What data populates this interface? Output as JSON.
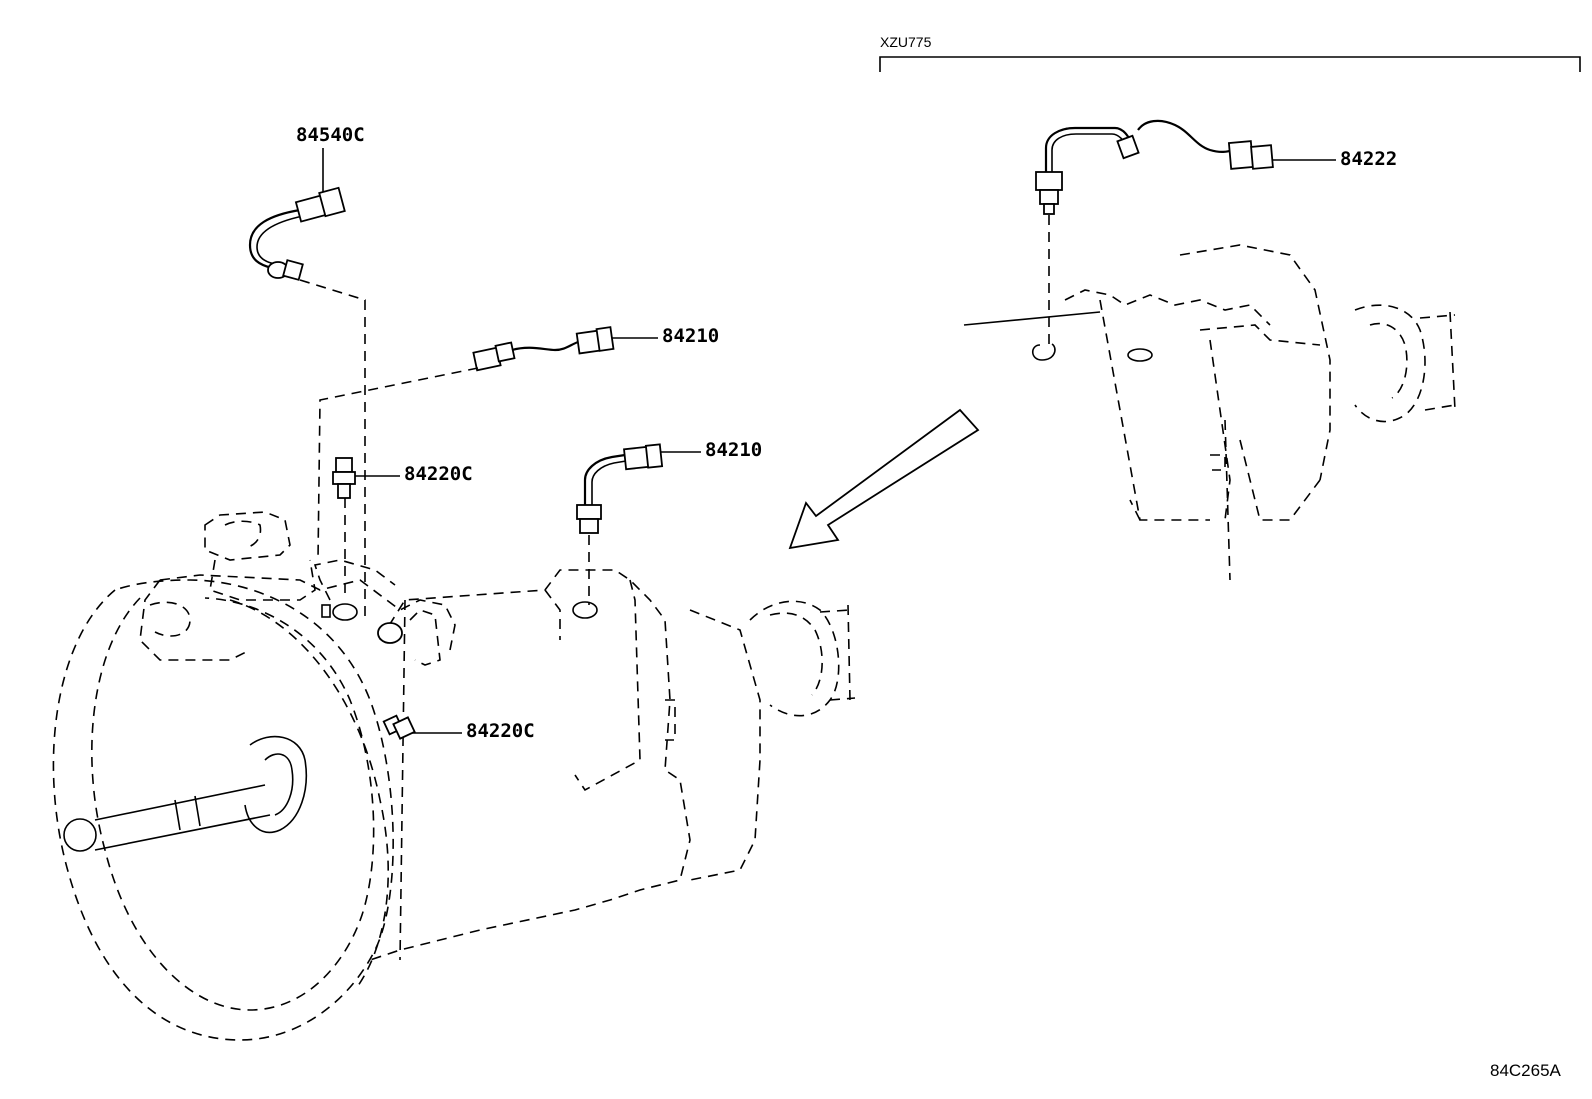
{
  "header": {
    "variant_code": "XZU775"
  },
  "parts": {
    "p_84540C": "84540C",
    "p_84210_upper": "84210",
    "p_84220C_upper": "84220C",
    "p_84210_lower": "84210",
    "p_84220C_lower": "84220C",
    "p_84222": "84222"
  },
  "footer": {
    "diagram_code": "84C265A"
  }
}
